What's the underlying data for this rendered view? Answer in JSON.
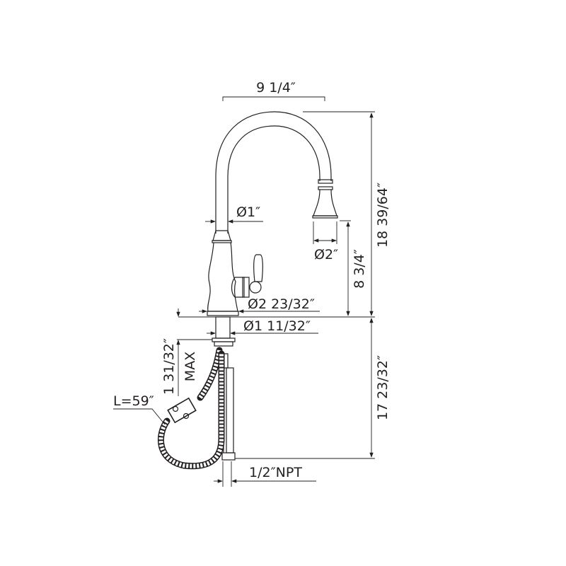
{
  "dimensions": {
    "reach": "9 1/4″",
    "overall_height": "18 39/64″",
    "spout_diameter": "Ø1″",
    "sprayhead_diameter": "Ø2″",
    "spout_clearance": "8 3/4″",
    "base_diameter": "Ø2 23/32″",
    "shank_diameter": "Ø1 11/32″",
    "deck_thickness": "1 31/32″",
    "deck_thickness_note": "MAX",
    "below_deck_height": "17 23/32″",
    "connection": "1/2″NPT",
    "hose_length": "L=59″"
  }
}
